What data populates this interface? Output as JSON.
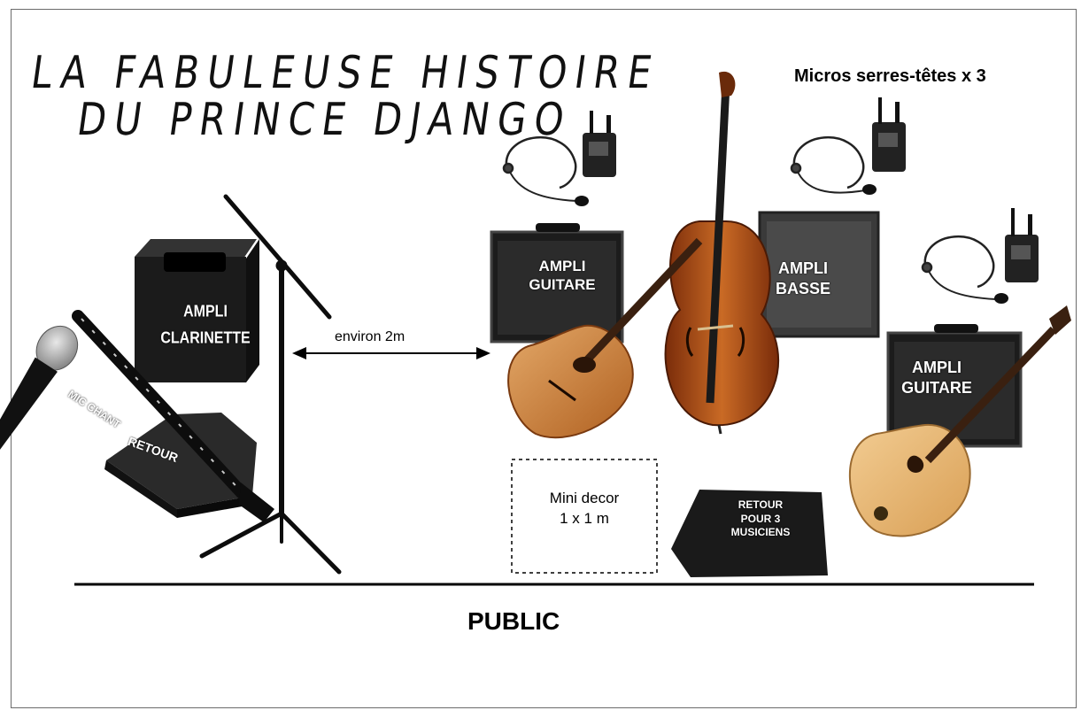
{
  "title": {
    "line1": "LA FABULEUSE HISTOIRE",
    "line2": "DU PRINCE DJANGO"
  },
  "headset_label": "Micros serres-têtes x 3",
  "distance_label": "environ 2m",
  "audience_label": "PUBLIC",
  "equipment": {
    "clarinet_amp": {
      "line1": "AMPLI",
      "line2": "CLARINETTE"
    },
    "vocal_mic": "MIC CHANT",
    "stage_monitor_left": "RETOUR",
    "guitar_amp_1": {
      "line1": "AMPLI",
      "line2": "GUITARE"
    },
    "bass_amp": {
      "line1": "AMPLI",
      "line2": "BASSE"
    },
    "guitar_amp_2": {
      "line1": "AMPLI",
      "line2": "GUITARE"
    },
    "set_piece": {
      "line1": "Mini decor",
      "line2": "1 x 1 m"
    },
    "stage_monitor_right": {
      "line1": "RETOUR",
      "line2": "POUR 3",
      "line3": "MUSICIENS"
    }
  },
  "colors": {
    "amp_body": "#1a1a1a",
    "amp_grille": "#2e2e2e",
    "wood_light": "#d89a5a",
    "wood_dark": "#9a4a18",
    "line": "#000000"
  }
}
